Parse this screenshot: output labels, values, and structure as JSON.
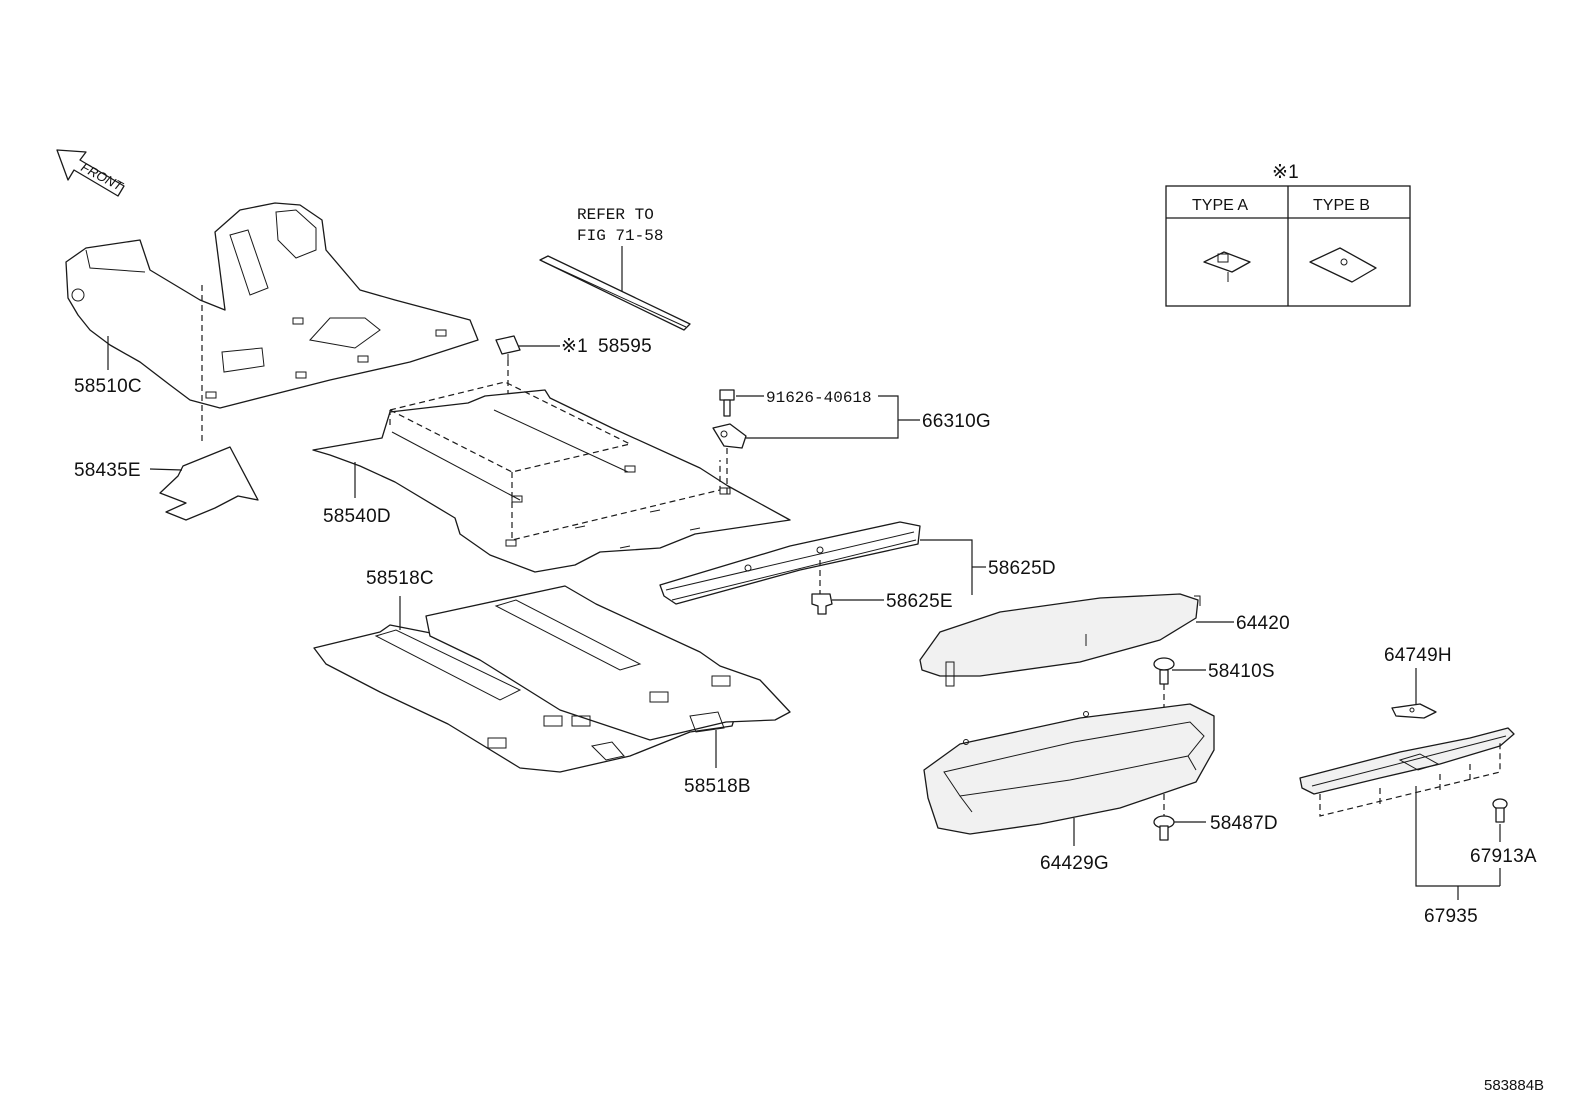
{
  "front_label": "FRONT",
  "refer_note": {
    "line1": "REFER TO",
    "line2": "FIG 71-58"
  },
  "type_table": {
    "note_mark": "※1",
    "col_a": "TYPE A",
    "col_b": "TYPE B"
  },
  "callouts": {
    "c58510C": "58510C",
    "c58435E": "58435E",
    "c58540D": "58540D",
    "c58595_mark": "※1",
    "c58595": "58595",
    "c91626": "91626-40618",
    "c66310G": "66310G",
    "c58625D": "58625D",
    "c58625E": "58625E",
    "c58518C": "58518C",
    "c58518B": "58518B",
    "c64420": "64420",
    "c58410S": "58410S",
    "c64749H": "64749H",
    "c58487D": "58487D",
    "c64429G": "64429G",
    "c67913A": "67913A",
    "c67935": "67935"
  },
  "figure_id": "583884B"
}
